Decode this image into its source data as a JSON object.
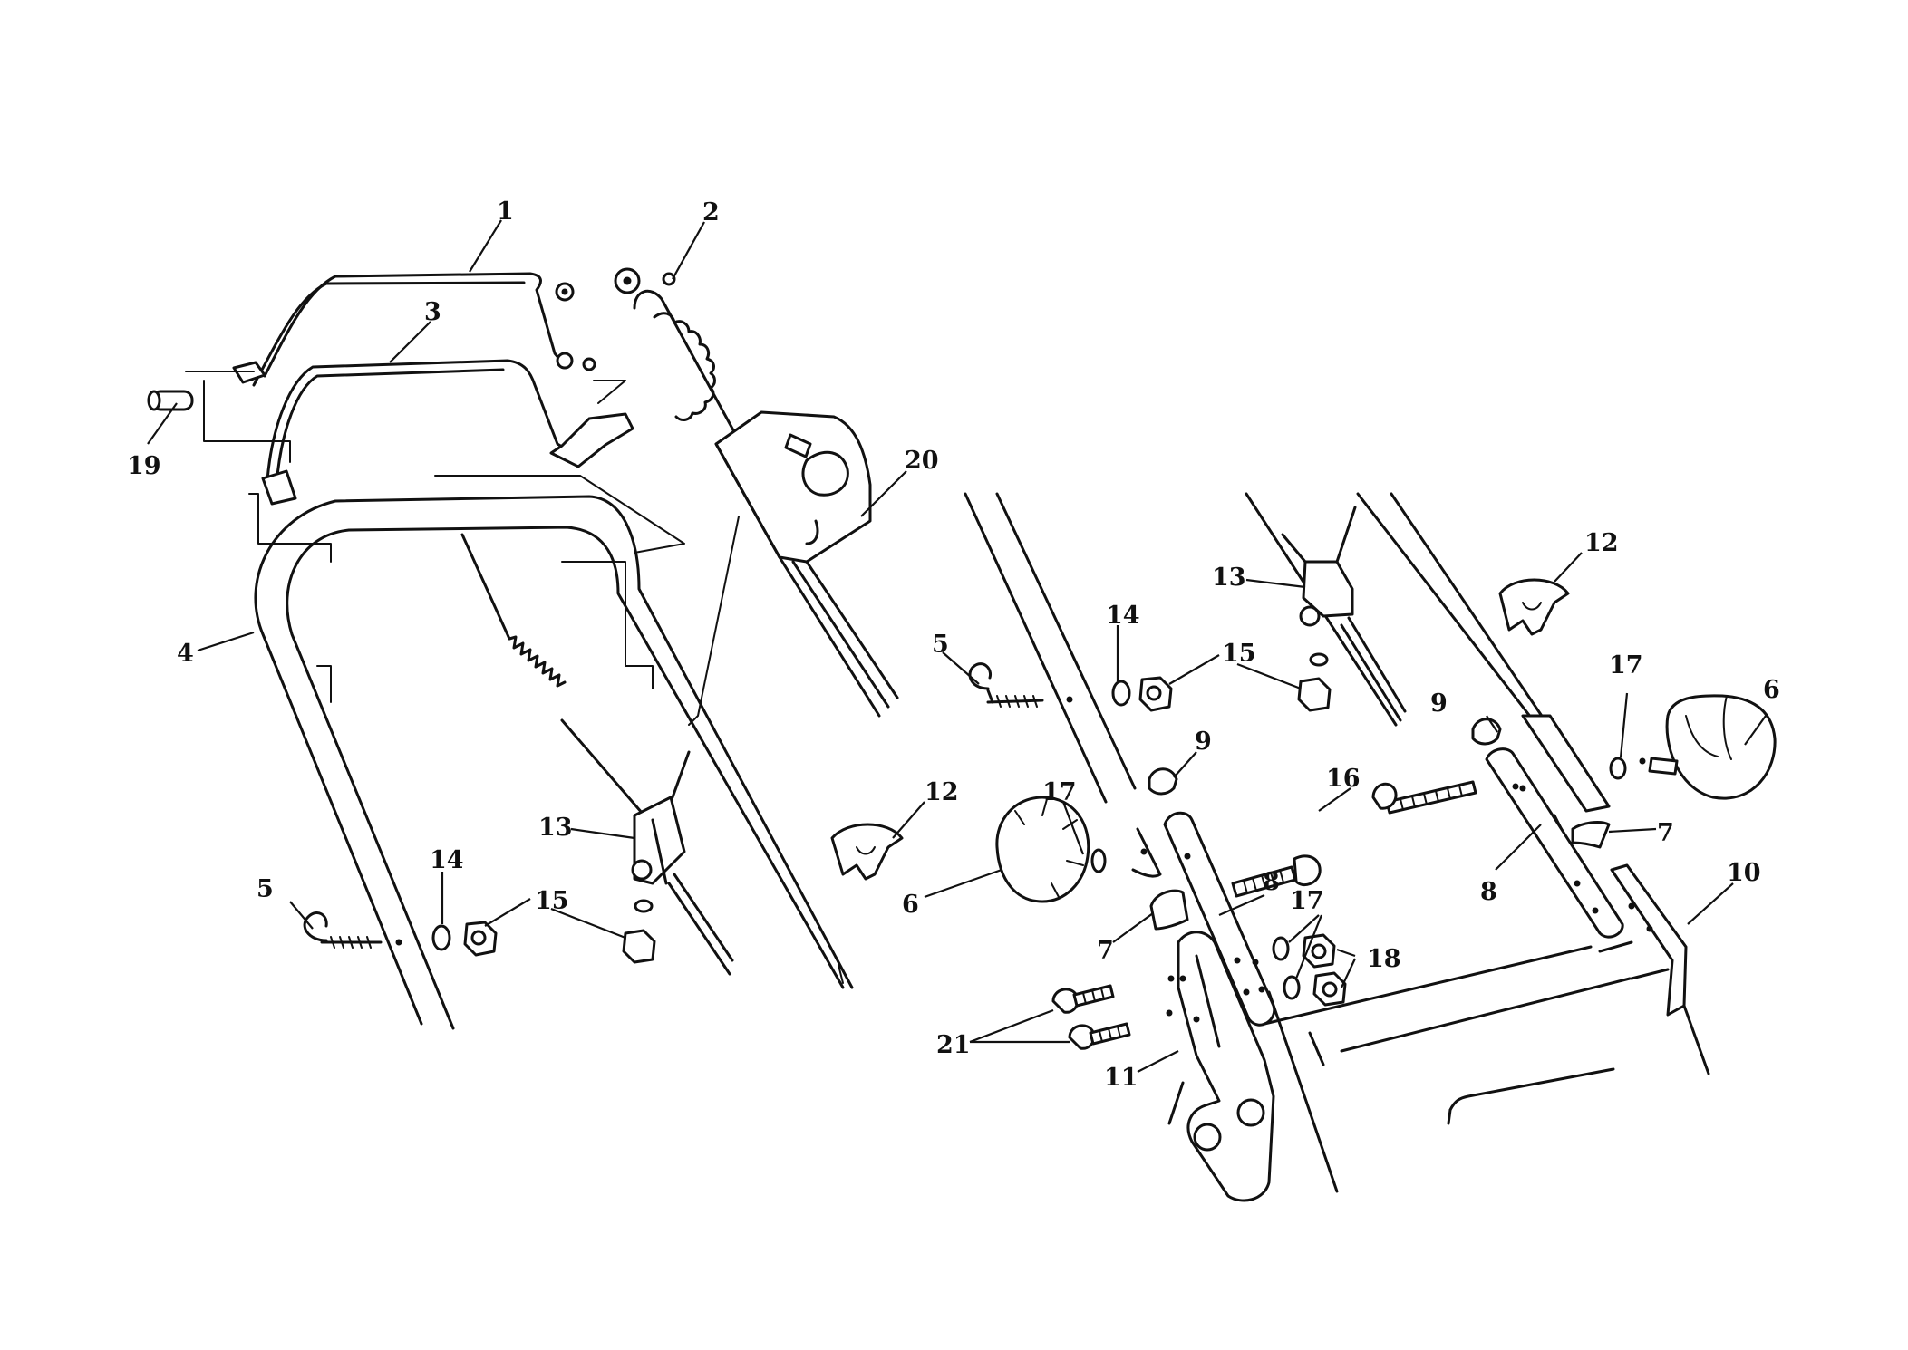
{
  "callouts": [
    {
      "id": "c1",
      "text": "1"
    },
    {
      "id": "c2",
      "text": "2"
    },
    {
      "id": "c3",
      "text": "3"
    },
    {
      "id": "c19",
      "text": "19"
    },
    {
      "id": "c20",
      "text": "20"
    },
    {
      "id": "c4",
      "text": "4"
    },
    {
      "id": "c5a",
      "text": "5"
    },
    {
      "id": "c14a",
      "text": "14"
    },
    {
      "id": "c15a",
      "text": "15"
    },
    {
      "id": "c13a",
      "text": "13"
    },
    {
      "id": "c12a",
      "text": "12"
    },
    {
      "id": "c5b",
      "text": "5"
    },
    {
      "id": "c14b",
      "text": "14"
    },
    {
      "id": "c15b",
      "text": "15"
    },
    {
      "id": "c13b",
      "text": "13"
    },
    {
      "id": "c12b",
      "text": "12"
    },
    {
      "id": "c17a",
      "text": "17"
    },
    {
      "id": "c9a",
      "text": "9"
    },
    {
      "id": "c16",
      "text": "16"
    },
    {
      "id": "c9b",
      "text": "9"
    },
    {
      "id": "c17b",
      "text": "17"
    },
    {
      "id": "c6a",
      "text": "6"
    },
    {
      "id": "c6b",
      "text": "6"
    },
    {
      "id": "c7a",
      "text": "7"
    },
    {
      "id": "c7b",
      "text": "7"
    },
    {
      "id": "c8a",
      "text": "8"
    },
    {
      "id": "c8b",
      "text": "8"
    },
    {
      "id": "c17c",
      "text": "17"
    },
    {
      "id": "c18",
      "text": "18"
    },
    {
      "id": "c10",
      "text": "10"
    },
    {
      "id": "c21",
      "text": "21"
    },
    {
      "id": "c11",
      "text": "11"
    }
  ]
}
